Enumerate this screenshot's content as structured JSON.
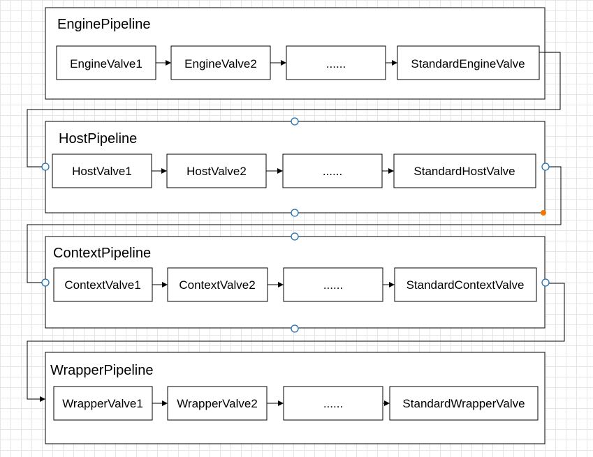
{
  "pipelines": [
    {
      "title": "EnginePipeline",
      "valves": [
        "EngineValve1",
        "EngineValve2",
        "......",
        "StandardEngineValve"
      ]
    },
    {
      "title": "HostPipeline",
      "valves": [
        "HostValve1",
        "HostValve2",
        "......",
        "StandardHostValve"
      ]
    },
    {
      "title": "ContextPipeline",
      "valves": [
        "ContextValve1",
        "ContextValve2",
        "......",
        "StandardContextValve"
      ]
    },
    {
      "title": "WrapperPipeline",
      "valves": [
        "WrapperValve1",
        "WrapperValve2",
        "......",
        "StandardWrapperValve"
      ]
    }
  ],
  "colors": {
    "stroke": "#000000",
    "connector": "#1f6fb2",
    "selected_point": "#f07800"
  }
}
